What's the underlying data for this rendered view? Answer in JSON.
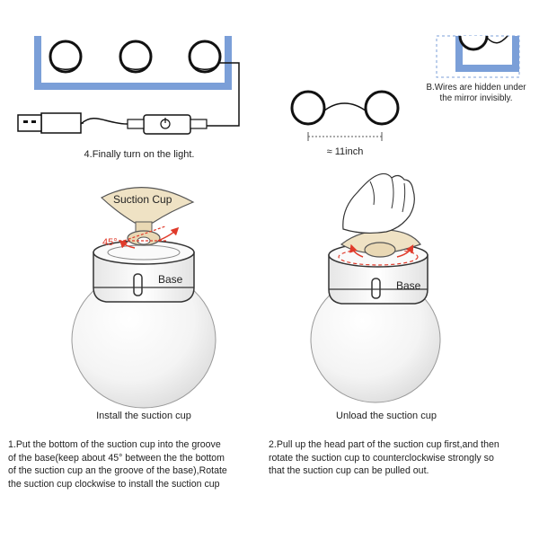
{
  "top_left": {
    "caption": "4.Finally turn on the light."
  },
  "top_middle": {
    "distance_label": "≈ 11inch"
  },
  "top_right": {
    "note_line1": "B.Wires are hidden under",
    "note_line2": "the mirror invisibly."
  },
  "install": {
    "cup_label": "Suction Cup",
    "angle_label": "45°",
    "base_label": "Base",
    "caption": "Install the suction cup",
    "instructions": [
      "1.Put the bottom of the suction cup into the groove",
      "of the base(keep about 45° between the the bottom",
      "of the suction cup an the groove of the base),Rotate",
      "the suction cup clockwise to install the suction cup"
    ]
  },
  "unload": {
    "base_label": "Base",
    "caption": "Unload the suction cup",
    "instructions": [
      "2.Pull up the head part of the suction cup first,and then",
      "rotate the suction cup to counterclockwise strongly so",
      "that the suction cup can be pulled out."
    ]
  },
  "colors": {
    "mirror_frame": "#7b9fd8",
    "arrow_red": "#e03a2a",
    "cup_fill": "#efe2c4"
  }
}
